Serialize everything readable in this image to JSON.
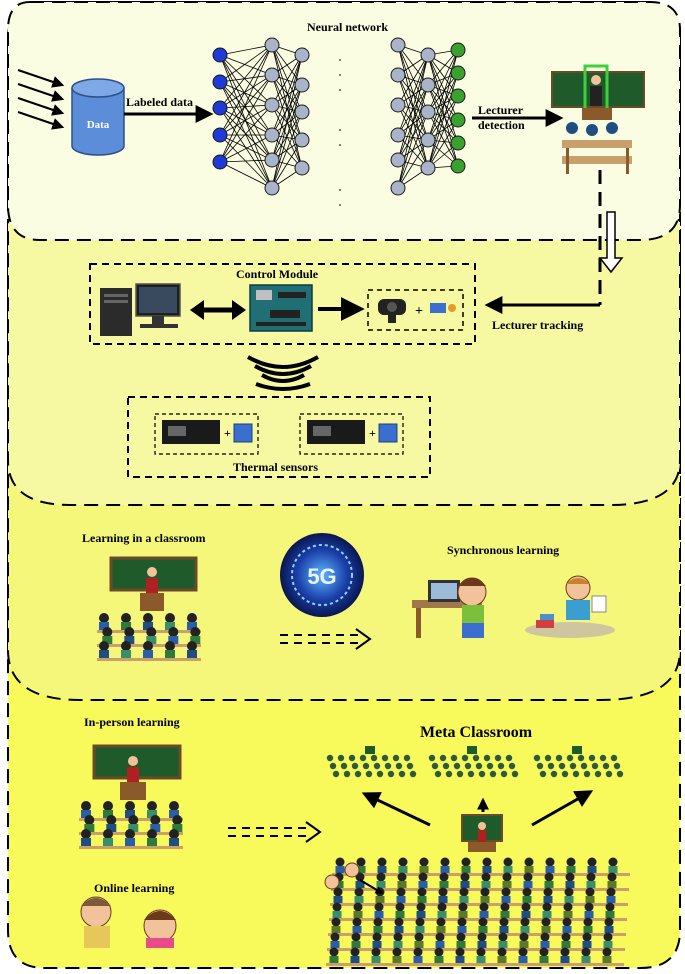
{
  "neural": {
    "title": "Neural network",
    "data_label": "Data",
    "labeled_data": "Labeled data",
    "lecturer_detection_line1": "Lecturer",
    "lecturer_detection_line2": "detection"
  },
  "control": {
    "title": "Control Module",
    "lecturer_tracking": "Lecturer tracking",
    "thermal_sensors": "Thermal sensors"
  },
  "sync": {
    "classroom": "Learning in a classroom",
    "synchronous": "Synchronous learning",
    "badge": "5G"
  },
  "meta": {
    "in_person": "In-person learning",
    "online": "Online learning",
    "title": "Meta Classroom"
  },
  "colors": {
    "outer_fill": "#f8f95a",
    "top_fill": "#fbfde2",
    "mid_fill": "#f6f9a2",
    "sync_fill": "#f5f77a",
    "neuron_input": "#1f3ad6",
    "neuron_hidden": "#a9b3c9",
    "neuron_output": "#3aa12f",
    "database": "#5b8dd9",
    "chalkboard": "#1f5a2a"
  }
}
